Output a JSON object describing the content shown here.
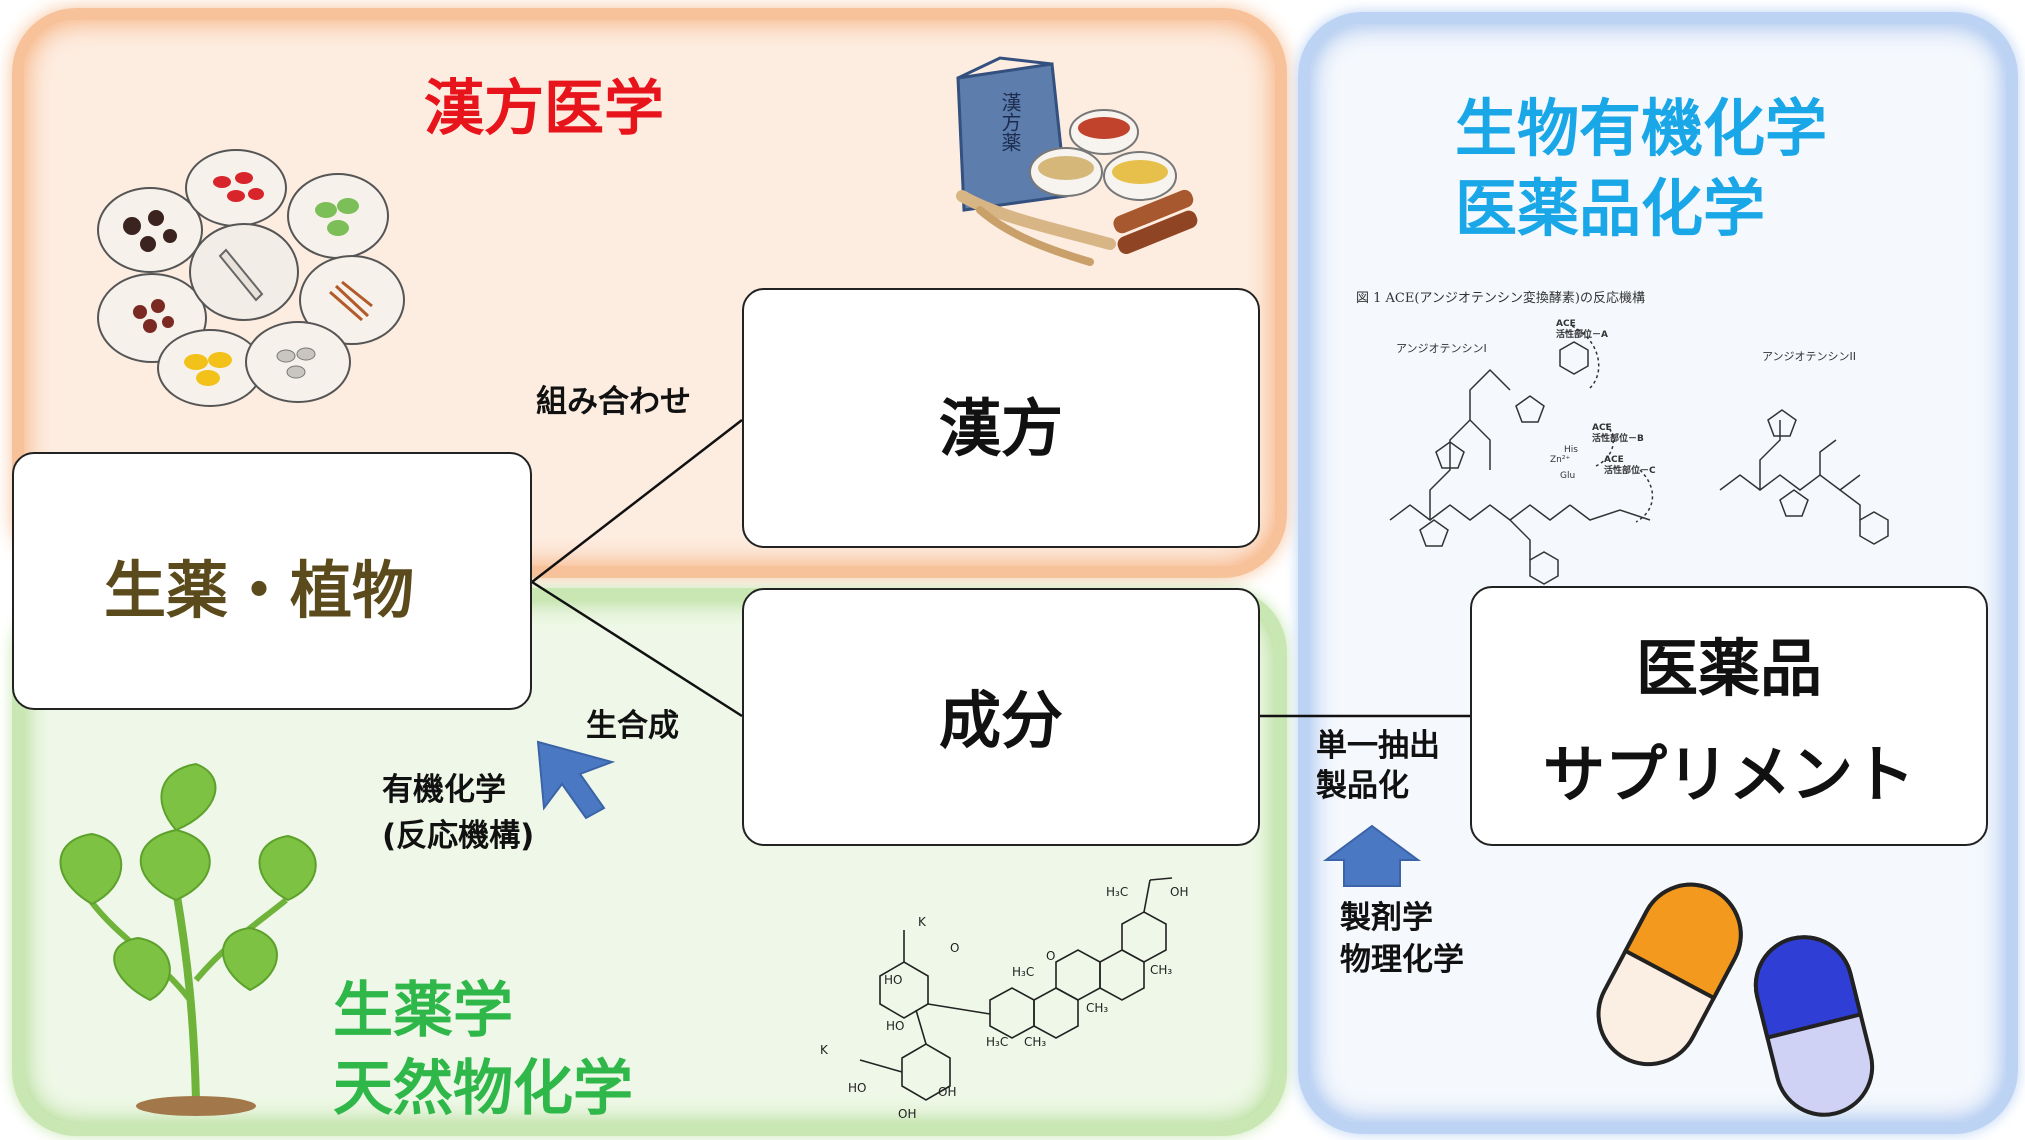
{
  "colors": {
    "kampo_heading": "#e8141b",
    "natural_heading": "#2fb74a",
    "bio_heading": "#1aa7e8",
    "crude_drug_text": "#5b4a1b",
    "arrow_blue": "#4a78c2"
  },
  "headings": {
    "kampo_medicine": "漢方医学",
    "bioorganic_line1": "生物有機化学",
    "bioorganic_line2": "医薬品化学",
    "pharmacognosy_line1": "生薬学",
    "pharmacognosy_line2": "天然物化学"
  },
  "boxes": {
    "crude_drug": "生薬・植物",
    "kampo": "漢方",
    "component": "成分",
    "pharma_line1": "医薬品",
    "pharma_line2": "サプリメント"
  },
  "labels": {
    "combination": "組み合わせ",
    "biosynthesis": "生合成",
    "organic_chem_line1": "有機化学",
    "organic_chem_line2": "(反応機構)",
    "extraction_line1": "単一抽出",
    "extraction_line2": "製品化",
    "formulation_line1": "製剤学",
    "formulation_line2": "物理化学"
  },
  "figure": {
    "caption": "図 1 ACE(アンジオテンシン変換酵素)の反応機構",
    "angiotensin1": "アンジオテンシンI",
    "angiotensin2": "アンジオテンシンII",
    "ace_a_line1": "ACE",
    "ace_a_line2": "活性部位－A",
    "ace_b_line1": "ACE",
    "ace_b_line2": "活性部位－B",
    "ace_c_line1": "ACE",
    "ace_c_line2": "活性部位－C",
    "his": "His",
    "zn": "Zn²⁺",
    "glu": "Glu"
  },
  "kampo_bag_text": "漢方薬",
  "molecule": {
    "h3c": "H₃C",
    "oh": "OH",
    "ho": "HO",
    "k": "K",
    "o": "O",
    "ch3": "CH₃"
  }
}
